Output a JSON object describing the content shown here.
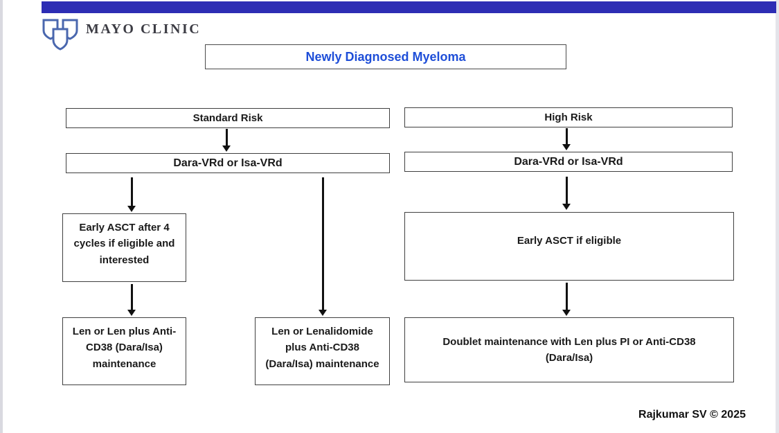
{
  "theme": {
    "top_bar_color": "#2d2db4",
    "title_color": "#1e4ed8",
    "logo_color": "#4a67ae",
    "box_border_color": "#3f3f3f"
  },
  "header": {
    "brand": "MAYO CLINIC"
  },
  "title": {
    "text": "Newly Diagnosed Myeloma"
  },
  "flow": {
    "standard": {
      "risk": "Standard Risk",
      "induction": "Dara-VRd or Isa-VRd",
      "transplant": "Early ASCT after 4 cycles if eligible and interested",
      "maintenance_transplant": "Len or Len plus Anti-CD38 (Dara/Isa) maintenance",
      "maintenance_no_transplant": "Len or Lenalidomide plus Anti-CD38 (Dara/Isa) maintenance"
    },
    "high": {
      "risk": "High Risk",
      "induction": "Dara-VRd or Isa-VRd",
      "transplant": "Early ASCT if eligible",
      "maintenance": "Doublet maintenance with Len plus PI or Anti-CD38 (Dara/Isa)"
    }
  },
  "footer": {
    "credit": "Rajkumar SV © 2025"
  }
}
